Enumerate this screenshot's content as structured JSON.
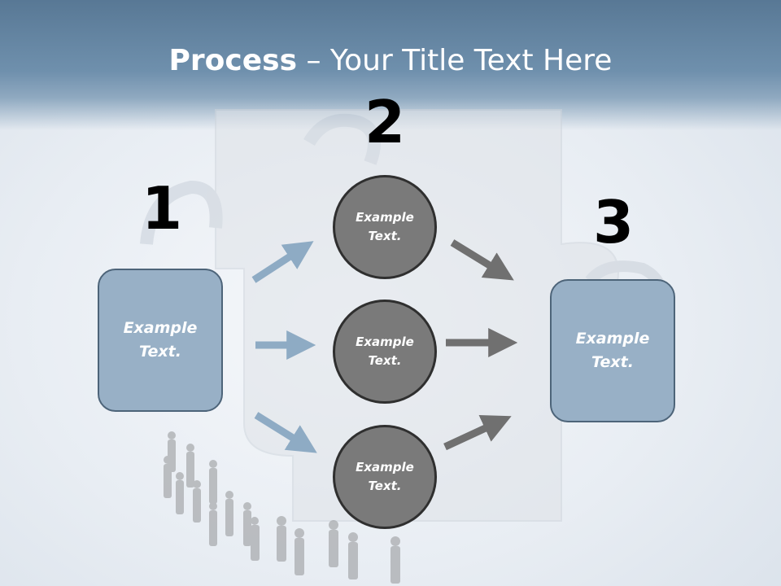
{
  "title": {
    "bold": "Process",
    "rest": " – Your Title Text Here"
  },
  "steps": [
    {
      "number": "1",
      "label": "Example\nText."
    },
    {
      "number": "2",
      "labels": [
        "Example\nText.",
        "Example\nText.",
        "Example\nText."
      ]
    },
    {
      "number": "3",
      "label": "Example\nText."
    }
  ],
  "colors": {
    "box_fill": "#98b0c6",
    "box_border": "#4d6479",
    "circle_fill": "#7a7a7a",
    "circle_border": "#2f2f2f",
    "blue_arrow": "#8eabc4",
    "gray_arrow": "#707070",
    "header": "#6f90ad"
  }
}
